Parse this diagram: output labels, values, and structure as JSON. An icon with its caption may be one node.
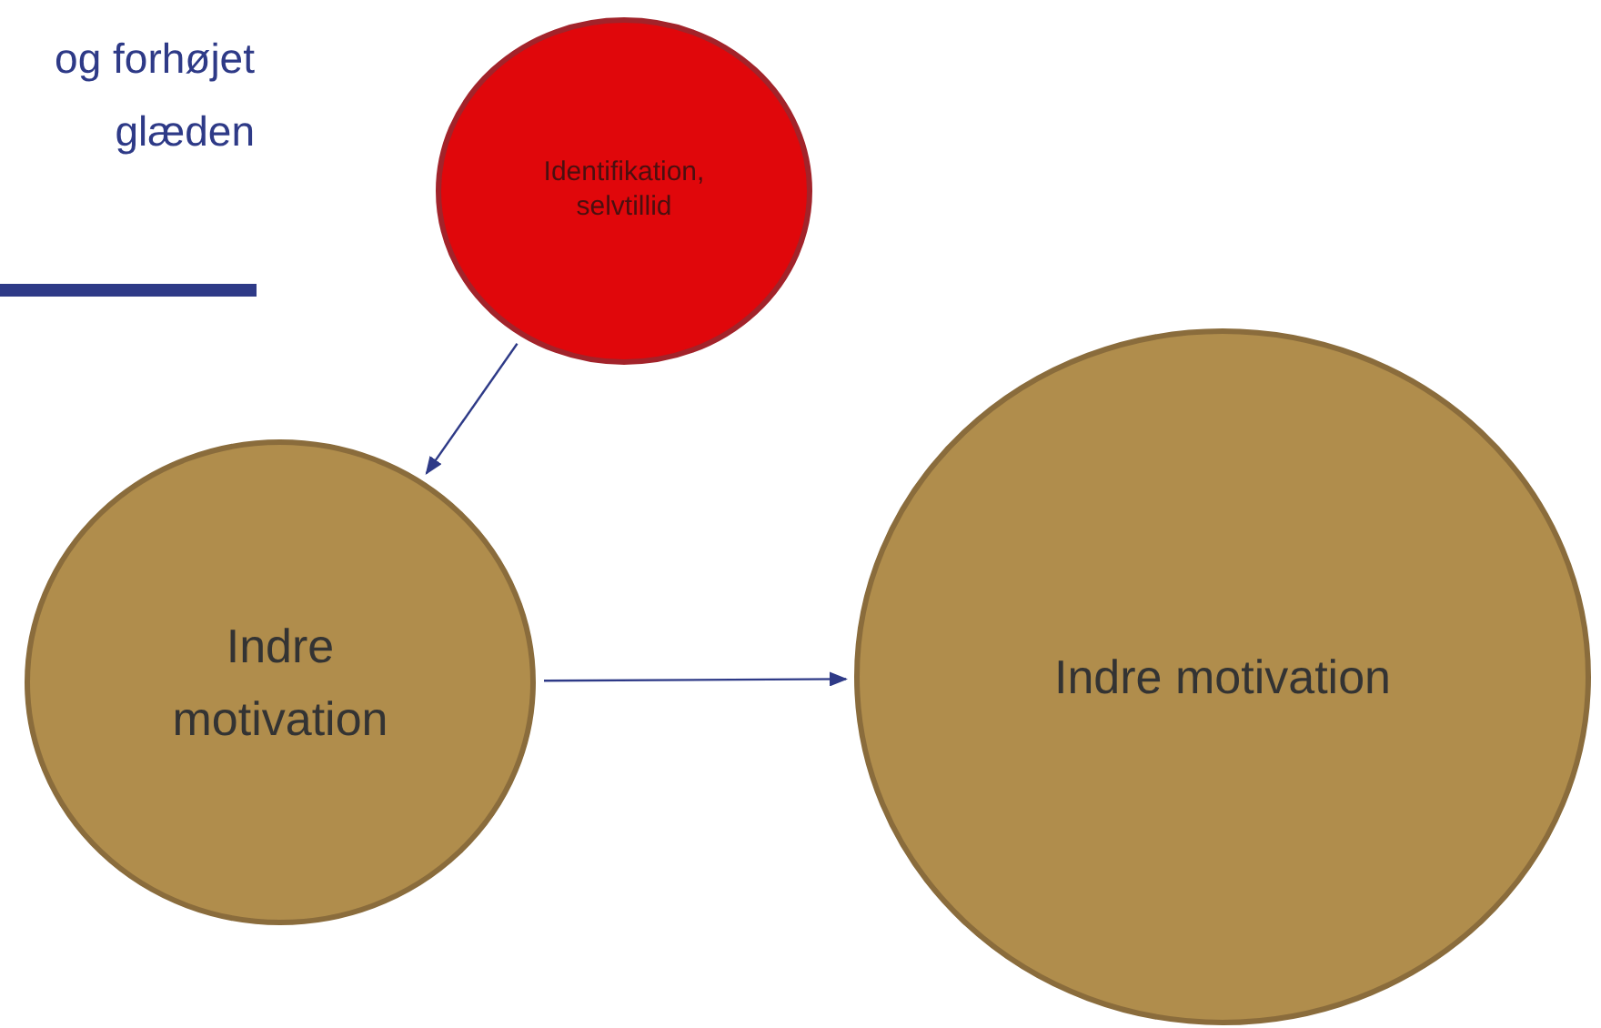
{
  "diagram": {
    "nodes": [
      {
        "text": [
          "Identifikation, selvtillid"
        ]
      },
      {
        "text": [
          "Indre motivation"
        ]
      },
      {
        "text": [
          "Indre motivation"
        ]
      }
    ],
    "edges": [
      {
        "from": 0,
        "to": 1,
        "arrow": "to"
      },
      {
        "from": 1,
        "to": 2,
        "arrow": "to"
      }
    ],
    "labels": [
      "og forhøjet glæden"
    ]
  }
}
